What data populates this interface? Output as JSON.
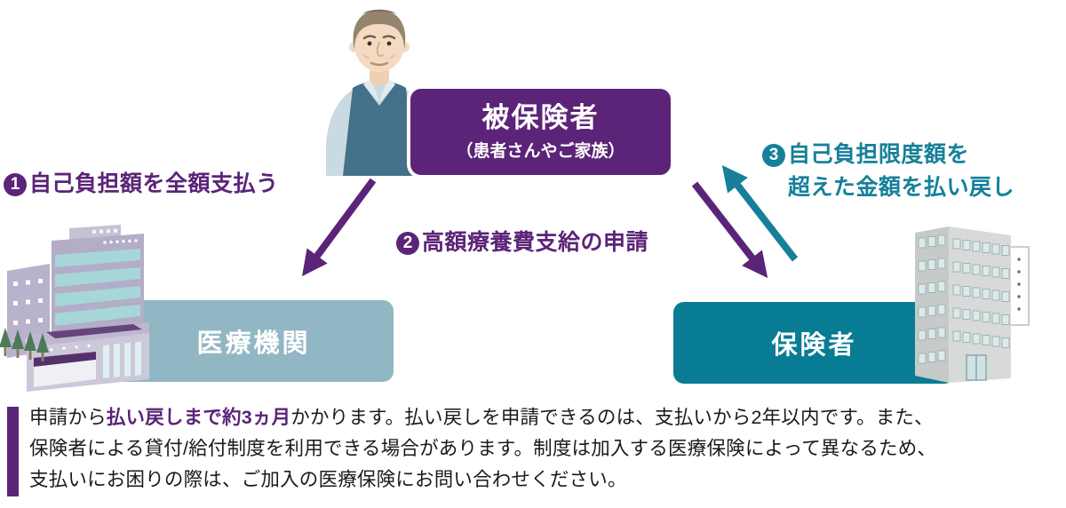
{
  "palette": {
    "purple": "#5B2478",
    "teal_box": "#077C94",
    "teal_text": "#16809A",
    "light_blue_box": "#92B7C4",
    "body_text": "#1A1A1A",
    "white": "#FFFFFF"
  },
  "nodes": {
    "insured": {
      "title": "被保険者",
      "subtitle": "（患者さんやご家族）"
    },
    "medical": {
      "title": "医療機関"
    },
    "insurer": {
      "title": "保険者"
    }
  },
  "steps": {
    "step1": {
      "num": "1",
      "label": "自己負担額を全額支払う"
    },
    "step2": {
      "num": "2",
      "label": "高額療養費支給の申請"
    },
    "step3": {
      "num": "3",
      "line1": "自己負担限度額を",
      "line2": "超えた金額を払い戻し"
    }
  },
  "icons": {
    "insured_person": "elderly-patient-illustration",
    "hospital": "hospital-building-illustration",
    "insurer_office": "insurer-office-building-illustration",
    "arrow_pay": "purple-arrow-insured-to-medical",
    "arrow_apply": "purple-arrow-insured-to-insurer",
    "arrow_refund": "teal-arrow-insurer-to-insured"
  },
  "note": {
    "line1_pre": "申請から",
    "line1_highlight": "払い戻しまで約3ヵ月",
    "line1_post": "かかります。払い戻しを申請できるのは、支払いから2年以内です。また、",
    "line2": "保険者による貸付/給付制度を利用できる場合があります。制度は加入する医療保険によって異なるため、",
    "line3": "支払いにお困りの際は、ご加入の医療保険にお問い合わせください。"
  }
}
